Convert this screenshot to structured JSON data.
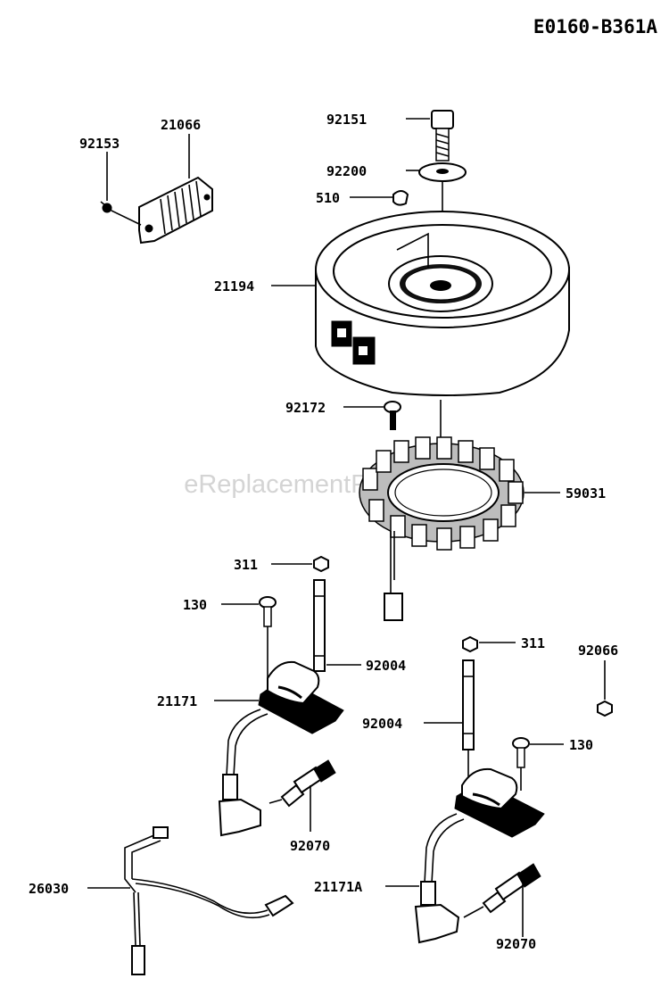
{
  "diagram_code": "E0160-B361A",
  "watermark": "eReplacementParts.com",
  "parts": {
    "p92151": "92151",
    "p92200": "92200",
    "p510": "510",
    "p21066": "21066",
    "p92153": "92153",
    "p21194": "21194",
    "p92172": "92172",
    "p59031": "59031",
    "p311_a": "311",
    "p130_a": "130",
    "p92004_a": "92004",
    "p21171": "21171",
    "p311_b": "311",
    "p92066": "92066",
    "p92004_b": "92004",
    "p130_b": "130",
    "p92070_a": "92070",
    "p26030": "26030",
    "p21171A": "21171A",
    "p92070_b": "92070"
  }
}
